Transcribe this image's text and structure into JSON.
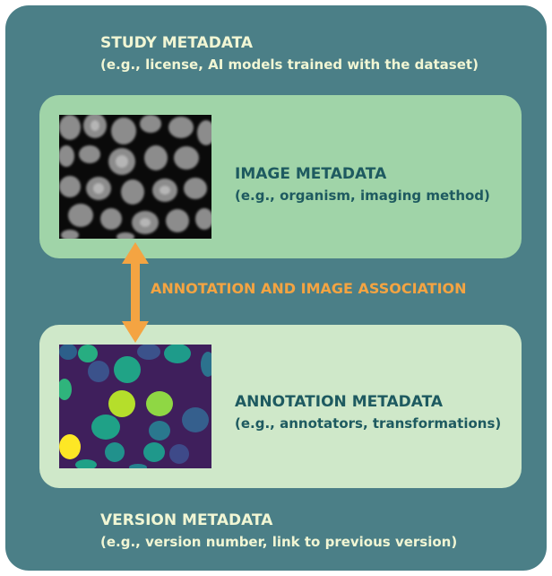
{
  "study": {
    "title": "STUDY METADATA",
    "detail": "(e.g., license, AI models trained with the dataset)"
  },
  "image_panel": {
    "title": "IMAGE METADATA",
    "detail": "(e.g., organism, imaging method)"
  },
  "association": {
    "label": "ANNOTATION AND IMAGE ASSOCIATION"
  },
  "annotation_panel": {
    "title": "ANNOTATION METADATA",
    "detail": "(e.g., annotators, transformations)"
  },
  "version": {
    "title": "VERSION METADATA",
    "detail": "(e.g., version number, link to previous version)"
  },
  "colors": {
    "outer_background": "#4b7f87",
    "image_panel": "#a0d4a8",
    "annotation_panel": "#cfe8c9",
    "arrow": "#f4a442",
    "panel_text": "#1e5a60",
    "outer_text": "#f1f6d4"
  }
}
